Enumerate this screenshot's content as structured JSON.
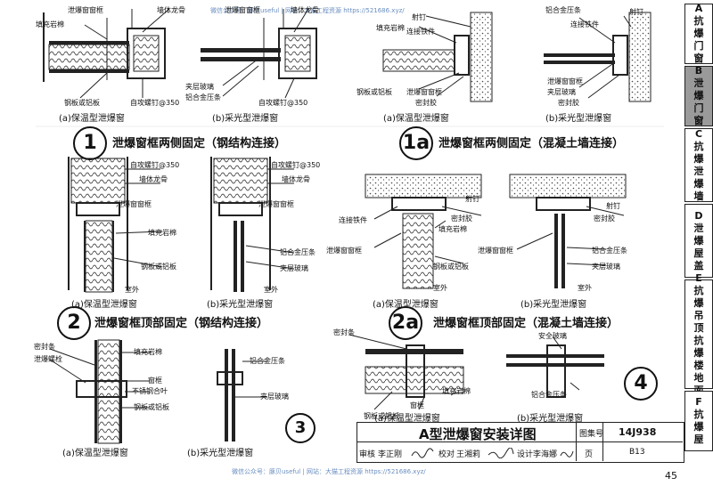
{
  "tabs": [
    {
      "letter": "A",
      "text": "抗爆门窗"
    },
    {
      "letter": "B",
      "text": "泄爆门窗"
    },
    {
      "letter": "C",
      "text": "抗爆泄爆墙"
    },
    {
      "letter": "D",
      "text": "泄爆屋盖"
    },
    {
      "letter": "E",
      "text": "抗爆吊顶抗爆楼地面"
    },
    {
      "letter": "F",
      "text": "抗爆屋"
    }
  ],
  "active_tab": 1,
  "watermark_top": "微信公众号：豚贝useful  |  网站：大猫工程资源 https://521686.xyz/",
  "watermark_bottom": "微信公众号：豚贝useful  |  网站：大猫工程资源 https://521686.xyz/",
  "sections": {
    "s1": {
      "num": "1",
      "title": "泄爆窗框两侧固定（钢结构连接）"
    },
    "s1a": {
      "num": "1a",
      "title": "泄爆窗框两侧固定（混凝土墙连接）"
    },
    "s2": {
      "num": "2",
      "title": "泄爆窗框顶部固定（钢结构连接）"
    },
    "s2a": {
      "num": "2a",
      "title": "泄爆窗框顶部固定（混凝土墙连接）"
    },
    "s3": {
      "num": "3"
    },
    "s4": {
      "num": "4"
    }
  },
  "captions": {
    "insulated": "(a)保温型泄爆窗",
    "daylight": "(b)采光型泄爆窗"
  },
  "labels": {
    "explosion_frame": "泄爆窗窗框",
    "wall_keel": "墙体龙骨",
    "filler_rockwool": "填充岩棉",
    "steel_plate": "钢板或铝板",
    "self_tap_screw": "自攻螺钉@350",
    "laminated_glass": "夹层玻璃",
    "alu_bead": "铝合金压条",
    "alu_bead2": "铝合金压条",
    "nail": "射钉",
    "connector": "连接铁件",
    "sealant": "密封胶",
    "outdoor": "室外",
    "seal_strip": "密封条",
    "explosion_bolt": "泄爆螺栓",
    "window_frame": "窗框",
    "stainless_hinge": "不锈钢合叶",
    "safety_glass": "安全玻璃"
  },
  "title_block": {
    "title": "A型泄爆窗安装详图",
    "atlas_label": "图集号",
    "atlas_no": "14J938",
    "review_label": "审核",
    "review_name": "李正刚",
    "check_label": "校对",
    "check_name": "王湘莉",
    "design_label": "设计",
    "design_name": "李海娜",
    "page_label": "页",
    "page_code": "B13"
  },
  "page_number": "45"
}
